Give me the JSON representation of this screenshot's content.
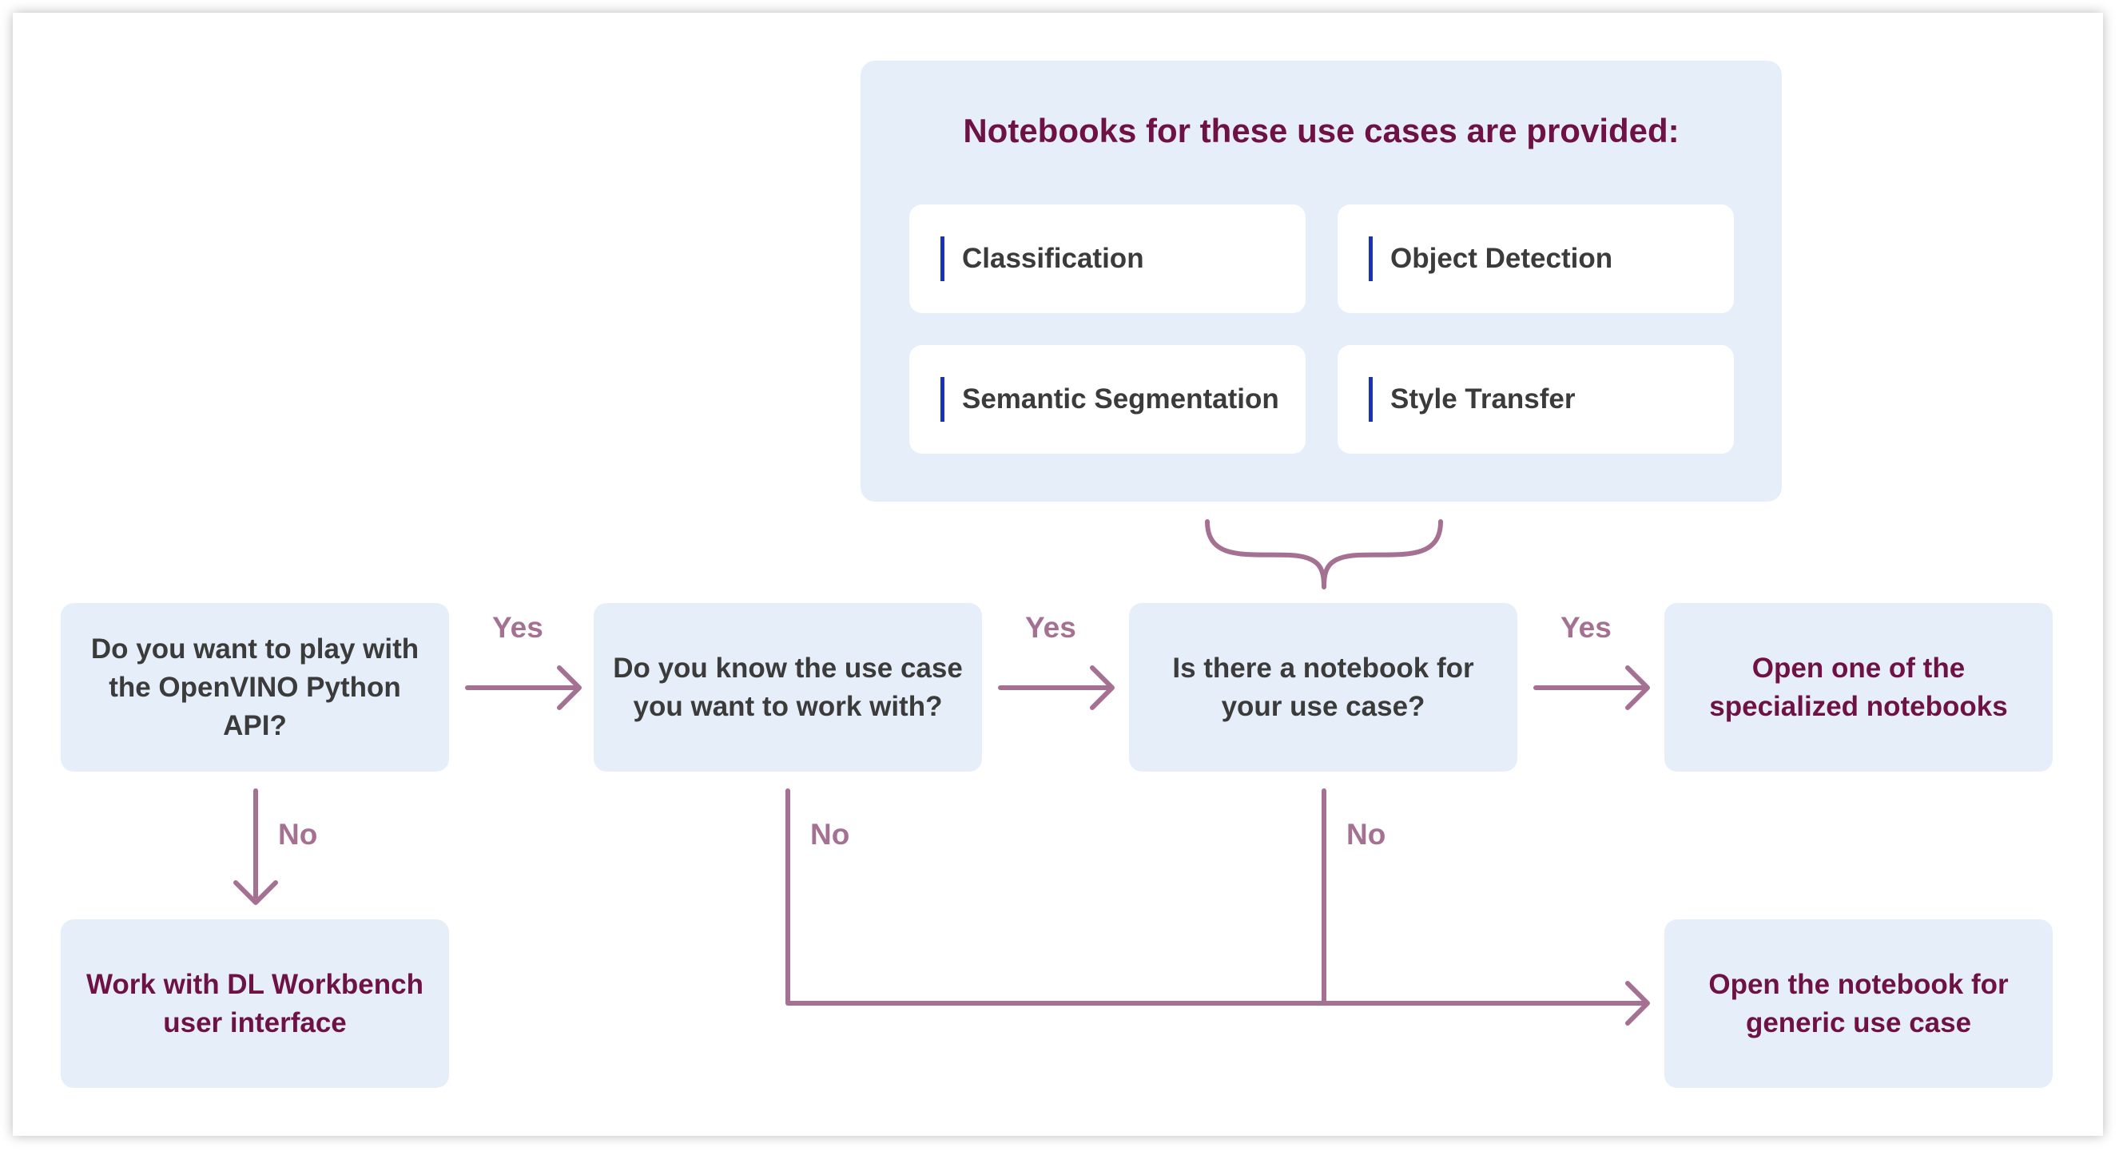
{
  "panel": {
    "title": "Notebooks for these use cases are provided:",
    "cards": [
      "Classification",
      "Object Detection",
      "Semantic Segmentation",
      "Style Transfer"
    ]
  },
  "nodes": {
    "q1": "Do you want to play with the OpenVINO Python API?",
    "q2": "Do you know the use case you want to work with?",
    "q3": "Is there a notebook for your use case?",
    "o1": "Open one of the specialized notebooks",
    "o2": "Work with DL Workbench user interface",
    "o3": "Open the notebook for generic use case"
  },
  "labels": {
    "yes1": "Yes",
    "yes2": "Yes",
    "yes3": "Yes",
    "no1": "No",
    "no2": "No",
    "no3": "No"
  },
  "colors": {
    "box": "#e6eff9",
    "output_text": "#6e1245",
    "connector": "#a57192",
    "card_accent": "#1a33b5"
  }
}
